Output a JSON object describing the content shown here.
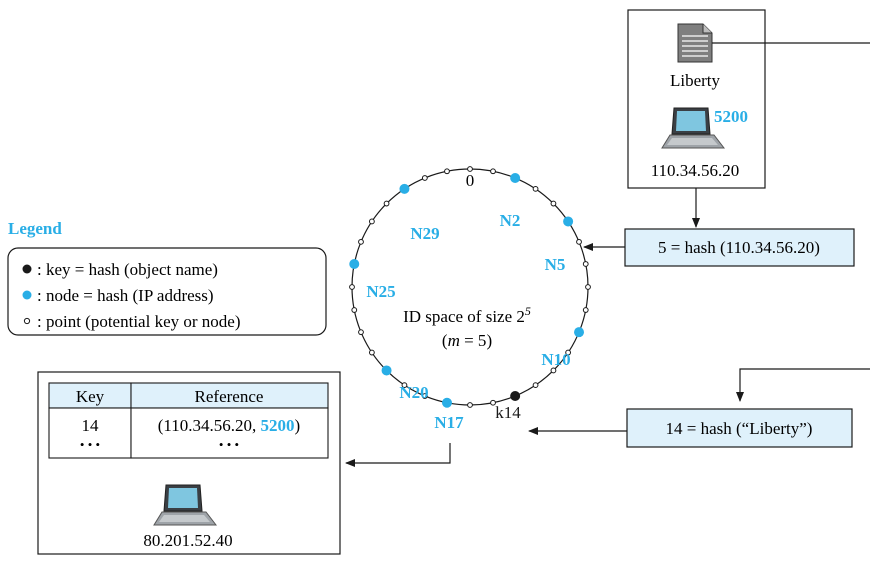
{
  "ring": {
    "zero_label": "0",
    "caption_prefix": "ID space of size 2",
    "caption_exponent": "5",
    "caption_m": "m",
    "caption_m_value": "= 5",
    "point_count": 32,
    "nodes": [
      {
        "id": 2,
        "label": "N2"
      },
      {
        "id": 5,
        "label": "N5"
      },
      {
        "id": 10,
        "label": "N10"
      },
      {
        "id": 17,
        "label": "N17"
      },
      {
        "id": 20,
        "label": "N20"
      },
      {
        "id": 25,
        "label": "N25"
      },
      {
        "id": 29,
        "label": "N29"
      }
    ],
    "key": {
      "id": 14,
      "label": "k14"
    }
  },
  "legend": {
    "title": "Legend",
    "items": [
      {
        "symbol": "black-dot",
        "text": ": key = hash (object name)"
      },
      {
        "symbol": "blue-dot",
        "text": ": node = hash (IP address)"
      },
      {
        "symbol": "hollow-point",
        "text": ": point (potential key or node)"
      }
    ]
  },
  "top_box": {
    "doc_name": "Liberty",
    "port": "5200",
    "ip": "110.34.56.20"
  },
  "hash_node_box": {
    "text": "5 = hash (110.34.56.20)"
  },
  "hash_key_box": {
    "text": "14 = hash (“Liberty”)"
  },
  "table_box": {
    "header_key": "Key",
    "header_ref": "Reference",
    "row_key": "14",
    "row_ref_prefix": "(110.34.56.20, ",
    "row_ref_port": "5200",
    "row_ref_suffix": ")",
    "ellipsis": "• • •",
    "ip": "80.201.52.40"
  },
  "colors": {
    "accent": "#29aee6",
    "box_fill": "#dff1fb",
    "ink": "#1a1a1a"
  }
}
